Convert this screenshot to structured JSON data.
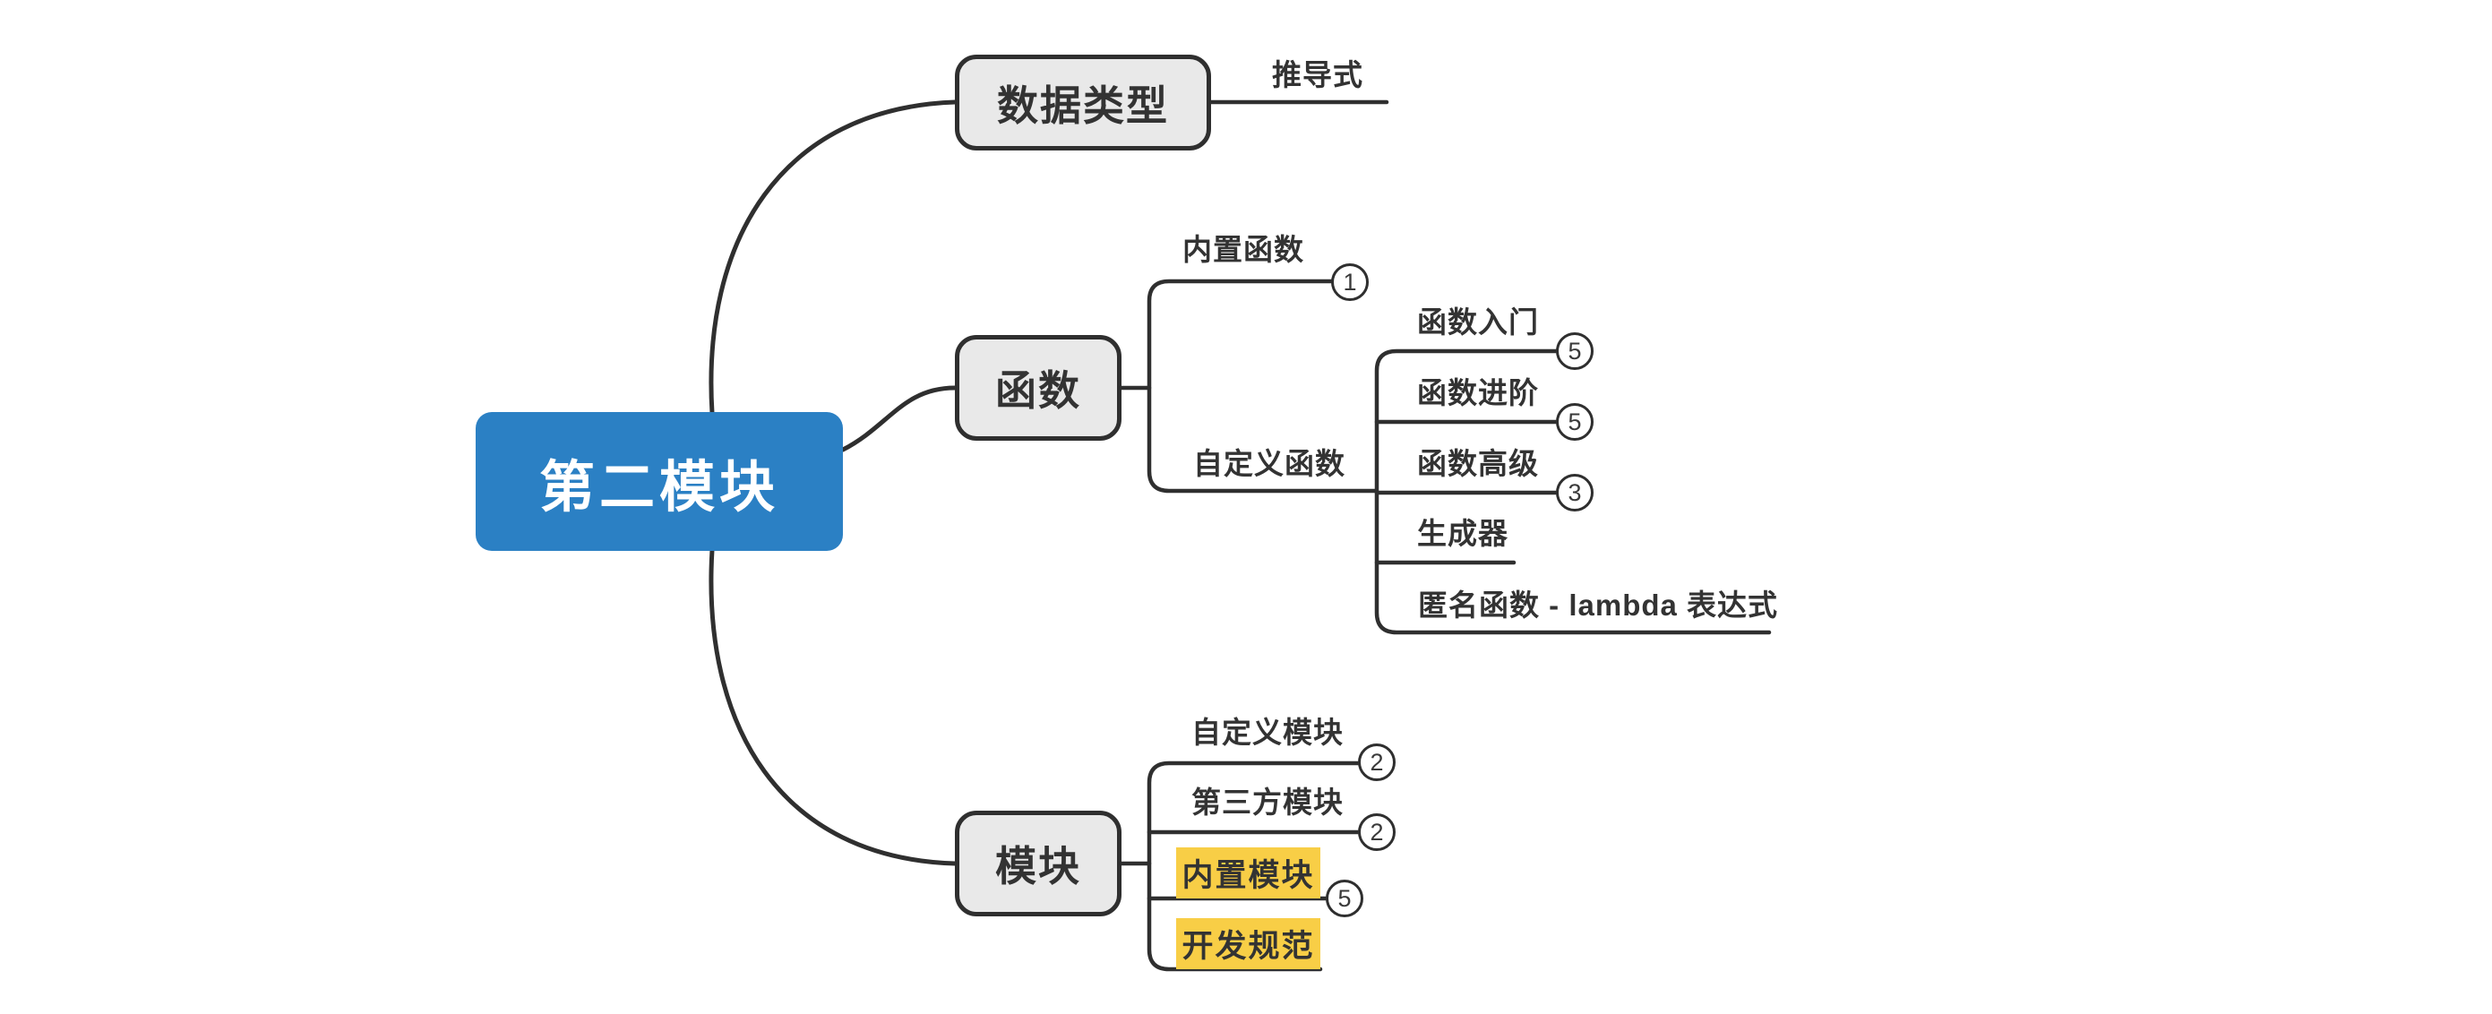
{
  "colors": {
    "root_fill": "#2B80C4",
    "root_text": "#FFFFFF",
    "topic_fill": "#E9E9E9",
    "line": "#2F2F2F",
    "text": "#333333",
    "highlight_fill": "#F8CE46",
    "badge_fill": "#FFFFFF"
  },
  "root": {
    "label": "第二模块"
  },
  "topics": [
    {
      "label": "数据类型",
      "children": [
        {
          "label": "推导式"
        }
      ]
    },
    {
      "label": "函数",
      "children": [
        {
          "label": "内置函数",
          "badge": "1"
        },
        {
          "label": "自定义函数",
          "children": [
            {
              "label": "函数入门",
              "badge": "5"
            },
            {
              "label": "函数进阶",
              "badge": "5"
            },
            {
              "label": "函数高级",
              "badge": "3"
            },
            {
              "label": "生成器"
            },
            {
              "label": "匿名函数 - lambda 表达式"
            }
          ]
        }
      ]
    },
    {
      "label": "模块",
      "children": [
        {
          "label": "自定义模块",
          "badge": "2"
        },
        {
          "label": "第三方模块",
          "badge": "2"
        },
        {
          "label": "内置模块",
          "badge": "5",
          "highlight": true
        },
        {
          "label": "开发规范",
          "highlight": true
        }
      ]
    }
  ]
}
